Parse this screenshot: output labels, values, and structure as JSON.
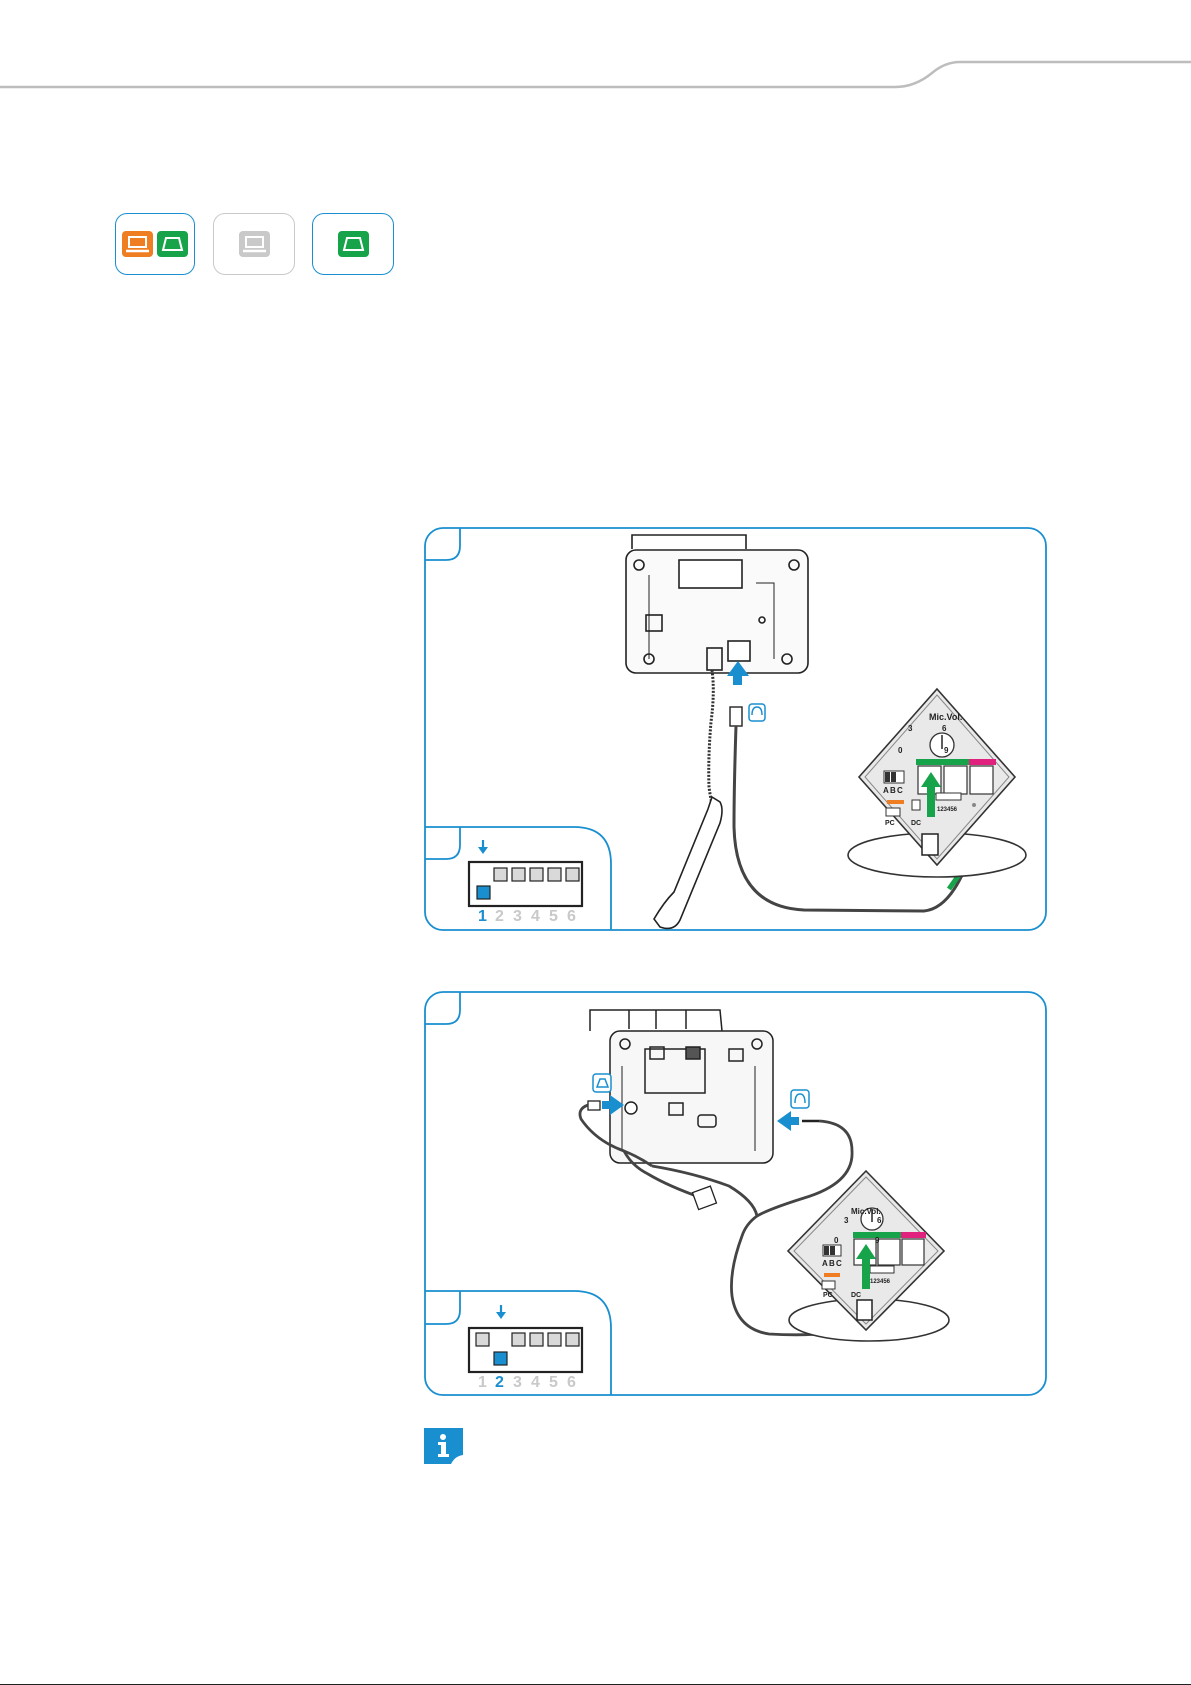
{
  "mode_icons": [
    {
      "name": "pc-and-phone",
      "icons": [
        "laptop-icon",
        "desk-phone-icon"
      ],
      "state": "active"
    },
    {
      "name": "pc-only",
      "icons": [
        "laptop-icon"
      ],
      "state": "inactive"
    },
    {
      "name": "phone-only",
      "icons": [
        "desk-phone-icon"
      ],
      "state": "active"
    }
  ],
  "colors": {
    "accent_blue": "#1a8fd0",
    "orange": "#ef7d22",
    "green": "#17a34a",
    "magenta": "#e0217e",
    "grey": "#c9c9c9"
  },
  "figure_1": {
    "dip_switch": {
      "numbers": [
        "1",
        "2",
        "3",
        "4",
        "5",
        "6"
      ],
      "active": "1"
    },
    "base": {
      "mic_vol_label": "Mic.Vol.",
      "dial_numbers": [
        "0",
        "3",
        "6",
        "9"
      ],
      "abc_labels": [
        "A",
        "B",
        "C"
      ],
      "port_labels": [
        "PC",
        "DC"
      ],
      "dip_numbers": "123456"
    }
  },
  "figure_2": {
    "dip_switch": {
      "numbers": [
        "1",
        "2",
        "3",
        "4",
        "5",
        "6"
      ],
      "active": "2"
    },
    "base": {
      "mic_vol_label": "Mic.Vol.",
      "dial_numbers": [
        "0",
        "3",
        "6",
        "9"
      ],
      "abc_labels": [
        "A",
        "B",
        "C"
      ],
      "port_labels": [
        "PC",
        "DC"
      ],
      "dip_numbers": "123456"
    }
  },
  "info_icon": "info-icon"
}
